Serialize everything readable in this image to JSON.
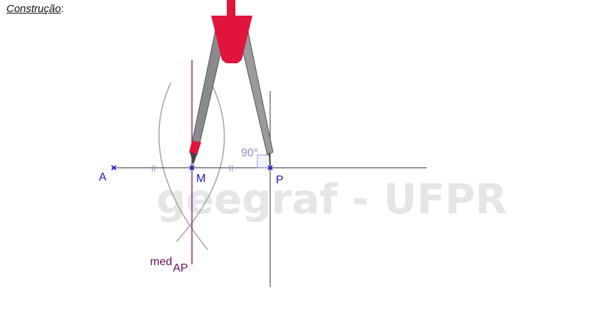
{
  "heading": {
    "text": "Construção",
    "suffix": ":"
  },
  "watermark": "geegraf - UFPR",
  "points": {
    "a": "A",
    "m": "M",
    "p": "P"
  },
  "angle_label": "90°",
  "bisector_label": {
    "main": "med",
    "sub": "AP"
  },
  "tick_mark": "II",
  "colors": {
    "points": "#1a1acc",
    "bisector": "#8a1a8a",
    "bisector_text": "#6a0f5a",
    "compass_head": "#e0143c",
    "compass_leg": "#8a8a8a",
    "arc": "#a8a8a8",
    "angle": "#8a8ae0"
  }
}
